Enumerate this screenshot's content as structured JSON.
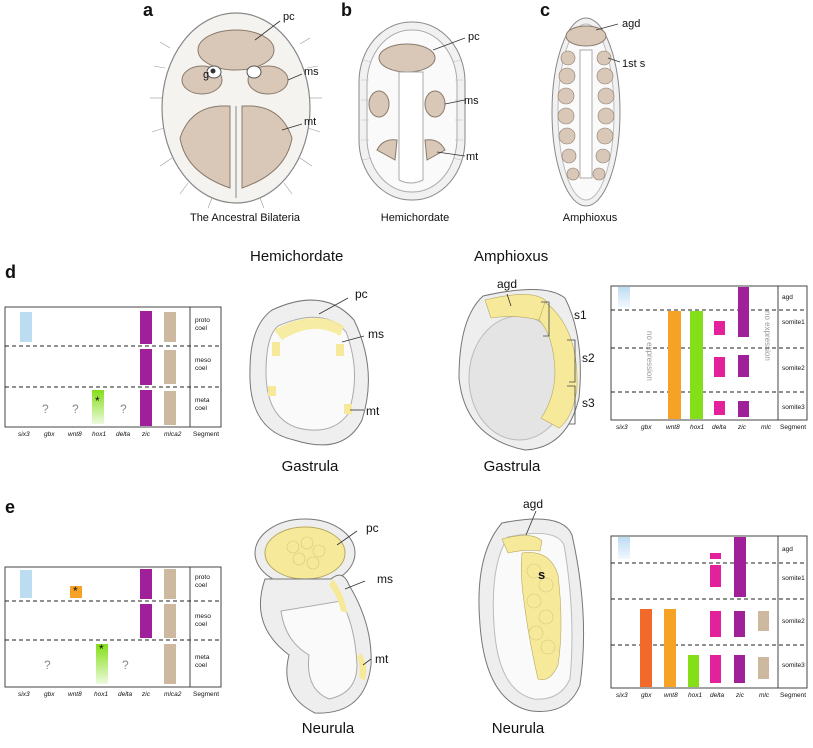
{
  "panels": {
    "a": {
      "letter": "a",
      "caption": "The Ancestral Bilateria",
      "labels": {
        "pc": "pc",
        "ms": "ms",
        "mt": "mt",
        "g": "g"
      }
    },
    "b": {
      "letter": "b",
      "caption": "Hemichordate",
      "labels": {
        "pc": "pc",
        "ms": "ms",
        "mt": "mt"
      }
    },
    "c": {
      "letter": "c",
      "caption": "Amphioxus",
      "labels": {
        "agd": "agd",
        "s1": "1st s"
      }
    },
    "d": {
      "letter": "d",
      "hemi_title": "Hemichordate",
      "amph_title": "Amphioxus",
      "hemi_stage": "Gastrula",
      "amph_stage": "Gastrula",
      "hemi_labels": {
        "pc": "pc",
        "ms": "ms",
        "mt": "mt"
      },
      "amph_labels": {
        "agd": "agd",
        "s1": "s1",
        "s2": "s2",
        "s3": "s3"
      }
    },
    "e": {
      "letter": "e",
      "hemi_stage": "Neurula",
      "amph_stage": "Neurula",
      "hemi_labels": {
        "pc": "pc",
        "ms": "ms",
        "mt": "mt"
      },
      "amph_labels": {
        "agd": "agd",
        "s": "s"
      }
    }
  },
  "hemi_table": {
    "genes": [
      "six3",
      "gbx",
      "wnt8",
      "hox1",
      "delta",
      "zic",
      "mlca2"
    ],
    "segment_header": "Segment",
    "rows": [
      {
        "line1": "proto",
        "line2": "coel"
      },
      {
        "line1": "meso",
        "line2": "coel"
      },
      {
        "line1": "meta",
        "line2": "coel"
      }
    ],
    "question": "?",
    "asterisk": "*"
  },
  "amph_table": {
    "genes_d": [
      "six3",
      "gbx",
      "wnt8",
      "hox1",
      "delta",
      "zic",
      "mlc"
    ],
    "genes_e": [
      "six3",
      "gbx",
      "wnt8",
      "hox1",
      "delta",
      "zic",
      "mlc"
    ],
    "segment_header": "Segment",
    "rows": [
      "agd",
      "somite1",
      "somite2",
      "somite3"
    ],
    "no_expression": "no expression"
  },
  "colors": {
    "six3": "#bcdcf2",
    "zic": "#a0209a",
    "mlca2": "#cdb8a0",
    "hox1": "#84de18",
    "wnt8": "#f6a224",
    "gbx": "#f26a2a",
    "delta": "#e2219a",
    "yellow": "#f6ea9a",
    "tissue": "#d9c8b8",
    "outline": "#666666"
  }
}
